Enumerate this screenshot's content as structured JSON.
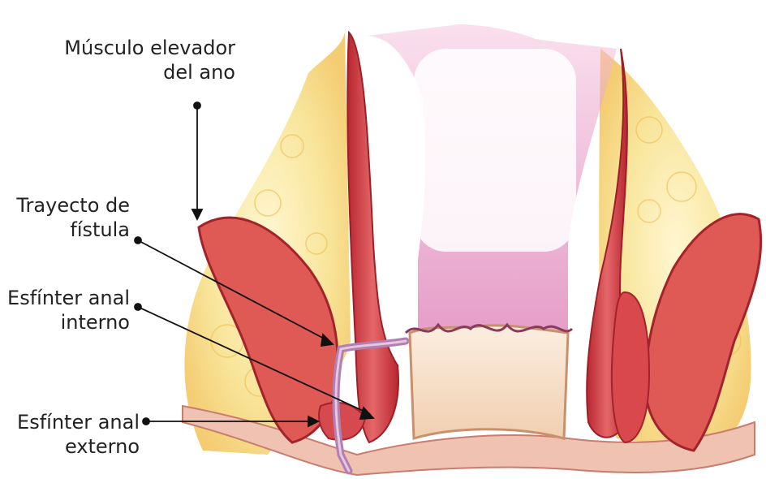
{
  "labels": {
    "levator": {
      "line1": "Músculo elevador",
      "line2": "del ano"
    },
    "fistula": {
      "line1": "Trayecto de",
      "line2": "fístula"
    },
    "internal": {
      "line1": "Esfínter anal",
      "line2": "interno"
    },
    "external": {
      "line1": "Esfínter anal",
      "line2": "externo"
    }
  },
  "colors": {
    "muscle": "#d8464a",
    "muscle_dark": "#a8242c",
    "mucosa": "#d65aa6",
    "fat": "#f6e08a",
    "canal": "#f3dcc4",
    "skin": "#e9b3a6",
    "fistula": "#c99bc6",
    "text": "#222222"
  }
}
